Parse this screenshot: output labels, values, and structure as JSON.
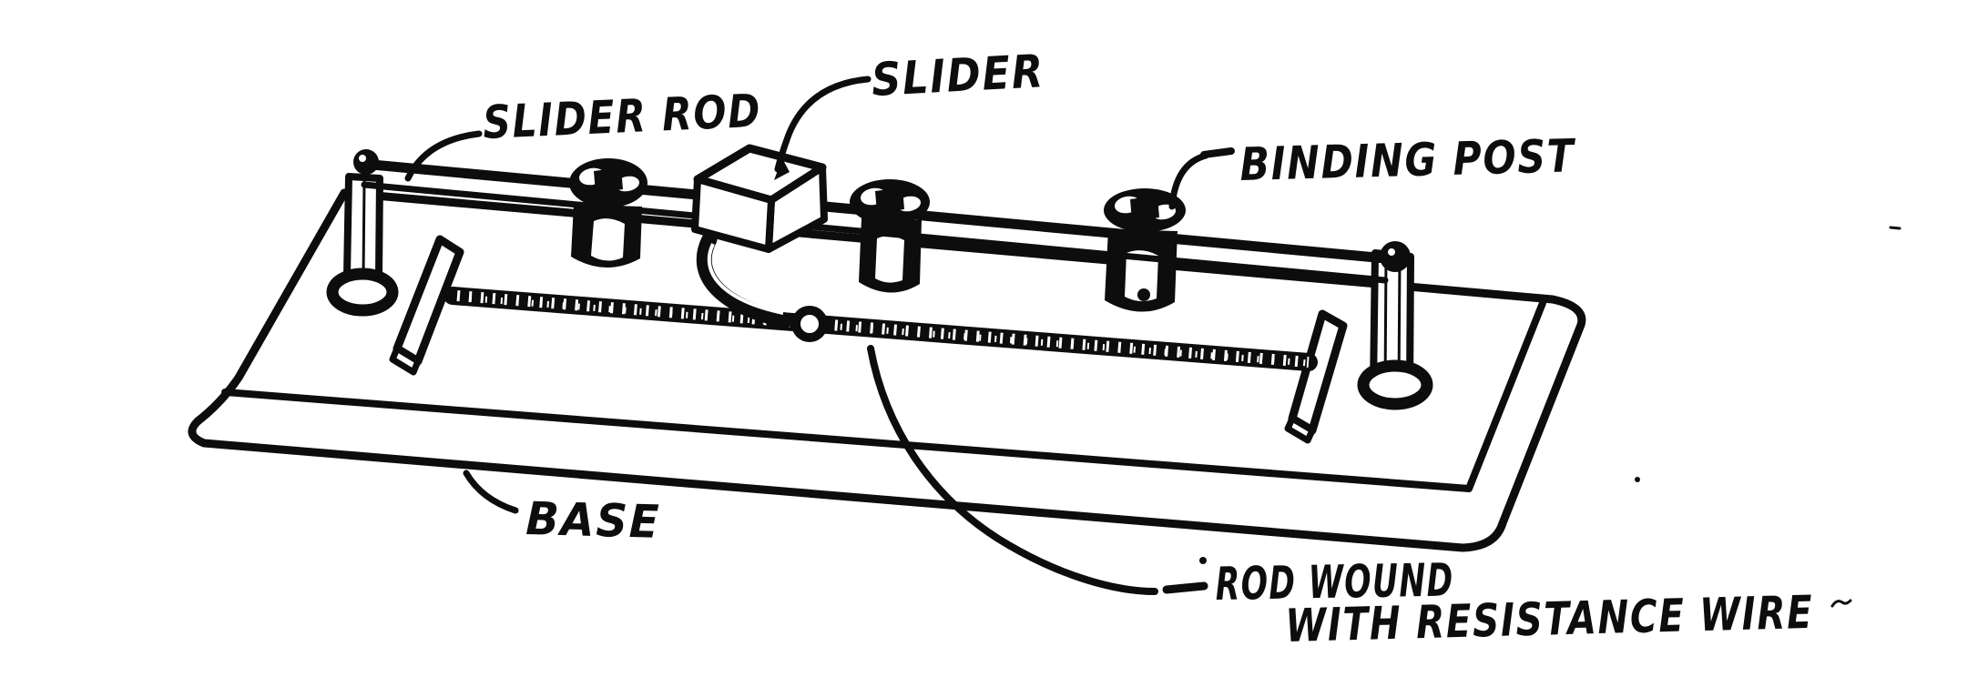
{
  "figure": {
    "type": "hand-drawn technical line illustration",
    "subject": "slide rheostat with sliding contact on a resistance-wire-wound rod",
    "paper_color": "#ffffff",
    "ink_color": "#0d0d0d",
    "labels": {
      "slider_rod": "SLIDER ROD",
      "slider": "SLIDER",
      "binding_post": "BINDING POST",
      "base": "BASE",
      "rod_wound_line1": "ROD WOUND",
      "rod_wound_line2": "WITH RESISTANCE WIRE"
    },
    "parts": [
      "base board",
      "left support pillar",
      "right support pillar",
      "slider rod",
      "slider block",
      "contact arm with ring",
      "binding post 1",
      "binding post 2",
      "binding post 3",
      "resistance-wound rod",
      "left rod end block",
      "right rod end block"
    ]
  }
}
